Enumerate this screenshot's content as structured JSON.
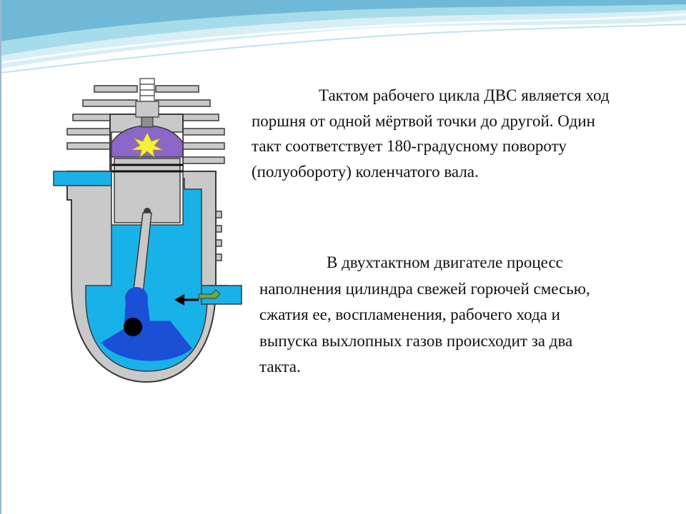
{
  "slide": {
    "paragraph_1": "Тактом рабочего цикла ДВС является ход поршня от одной мёртвой точки до другой. Один такт соответствует 180-градусному повороту (полуобороту) коленчатого вала.",
    "paragraph_2": "В двухтактном двигателе процесс наполнения цилиндра свежей горючей смесью, сжатия ее, воспламенения, рабочего хода и выпуска выхлопных газов происходит за два такта."
  },
  "colors": {
    "header_wave_light": "#cfe9f2",
    "header_wave_mid": "#8fd0e3",
    "header_wave_dark": "#5aa7c8",
    "engine_body": "#c9c9c9",
    "engine_outline": "#3a3a3a",
    "coolant": "#19b2e8",
    "piston": "#c8c8c8",
    "combustion_chamber": "#8a66c8",
    "spark": "#f5ef3a",
    "crank": "#1a4fd6",
    "arrow_pipe": "#6cab3c"
  },
  "diagram": {
    "subject": "two-stroke engine cross-section",
    "parts": [
      "cooling-fins",
      "spark-plug",
      "combustion-chamber",
      "piston",
      "piston-rings",
      "connecting-rod",
      "crankshaft",
      "intake-port",
      "exhaust-port",
      "intake-arrow"
    ]
  }
}
